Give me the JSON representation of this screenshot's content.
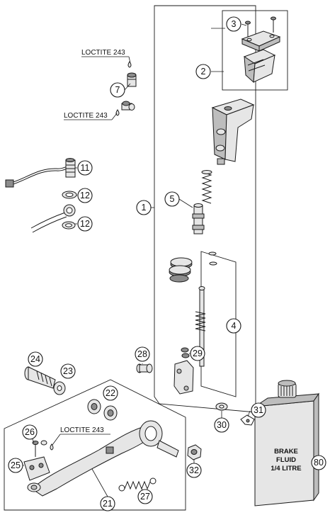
{
  "callouts": [
    "1",
    "2",
    "3",
    "4",
    "5",
    "7",
    "11",
    "12",
    "12",
    "21",
    "22",
    "23",
    "24",
    "25",
    "26",
    "27",
    "28",
    "29",
    "30",
    "31",
    "32",
    "80"
  ],
  "notes": {
    "loctite_1": "LOCTITE 243",
    "loctite_2": "LOCTITE 243",
    "loctite_3": "LOCTITE 243"
  },
  "bottle_label": [
    "BRAKE",
    "FLUID",
    "1/4 LITRE"
  ]
}
